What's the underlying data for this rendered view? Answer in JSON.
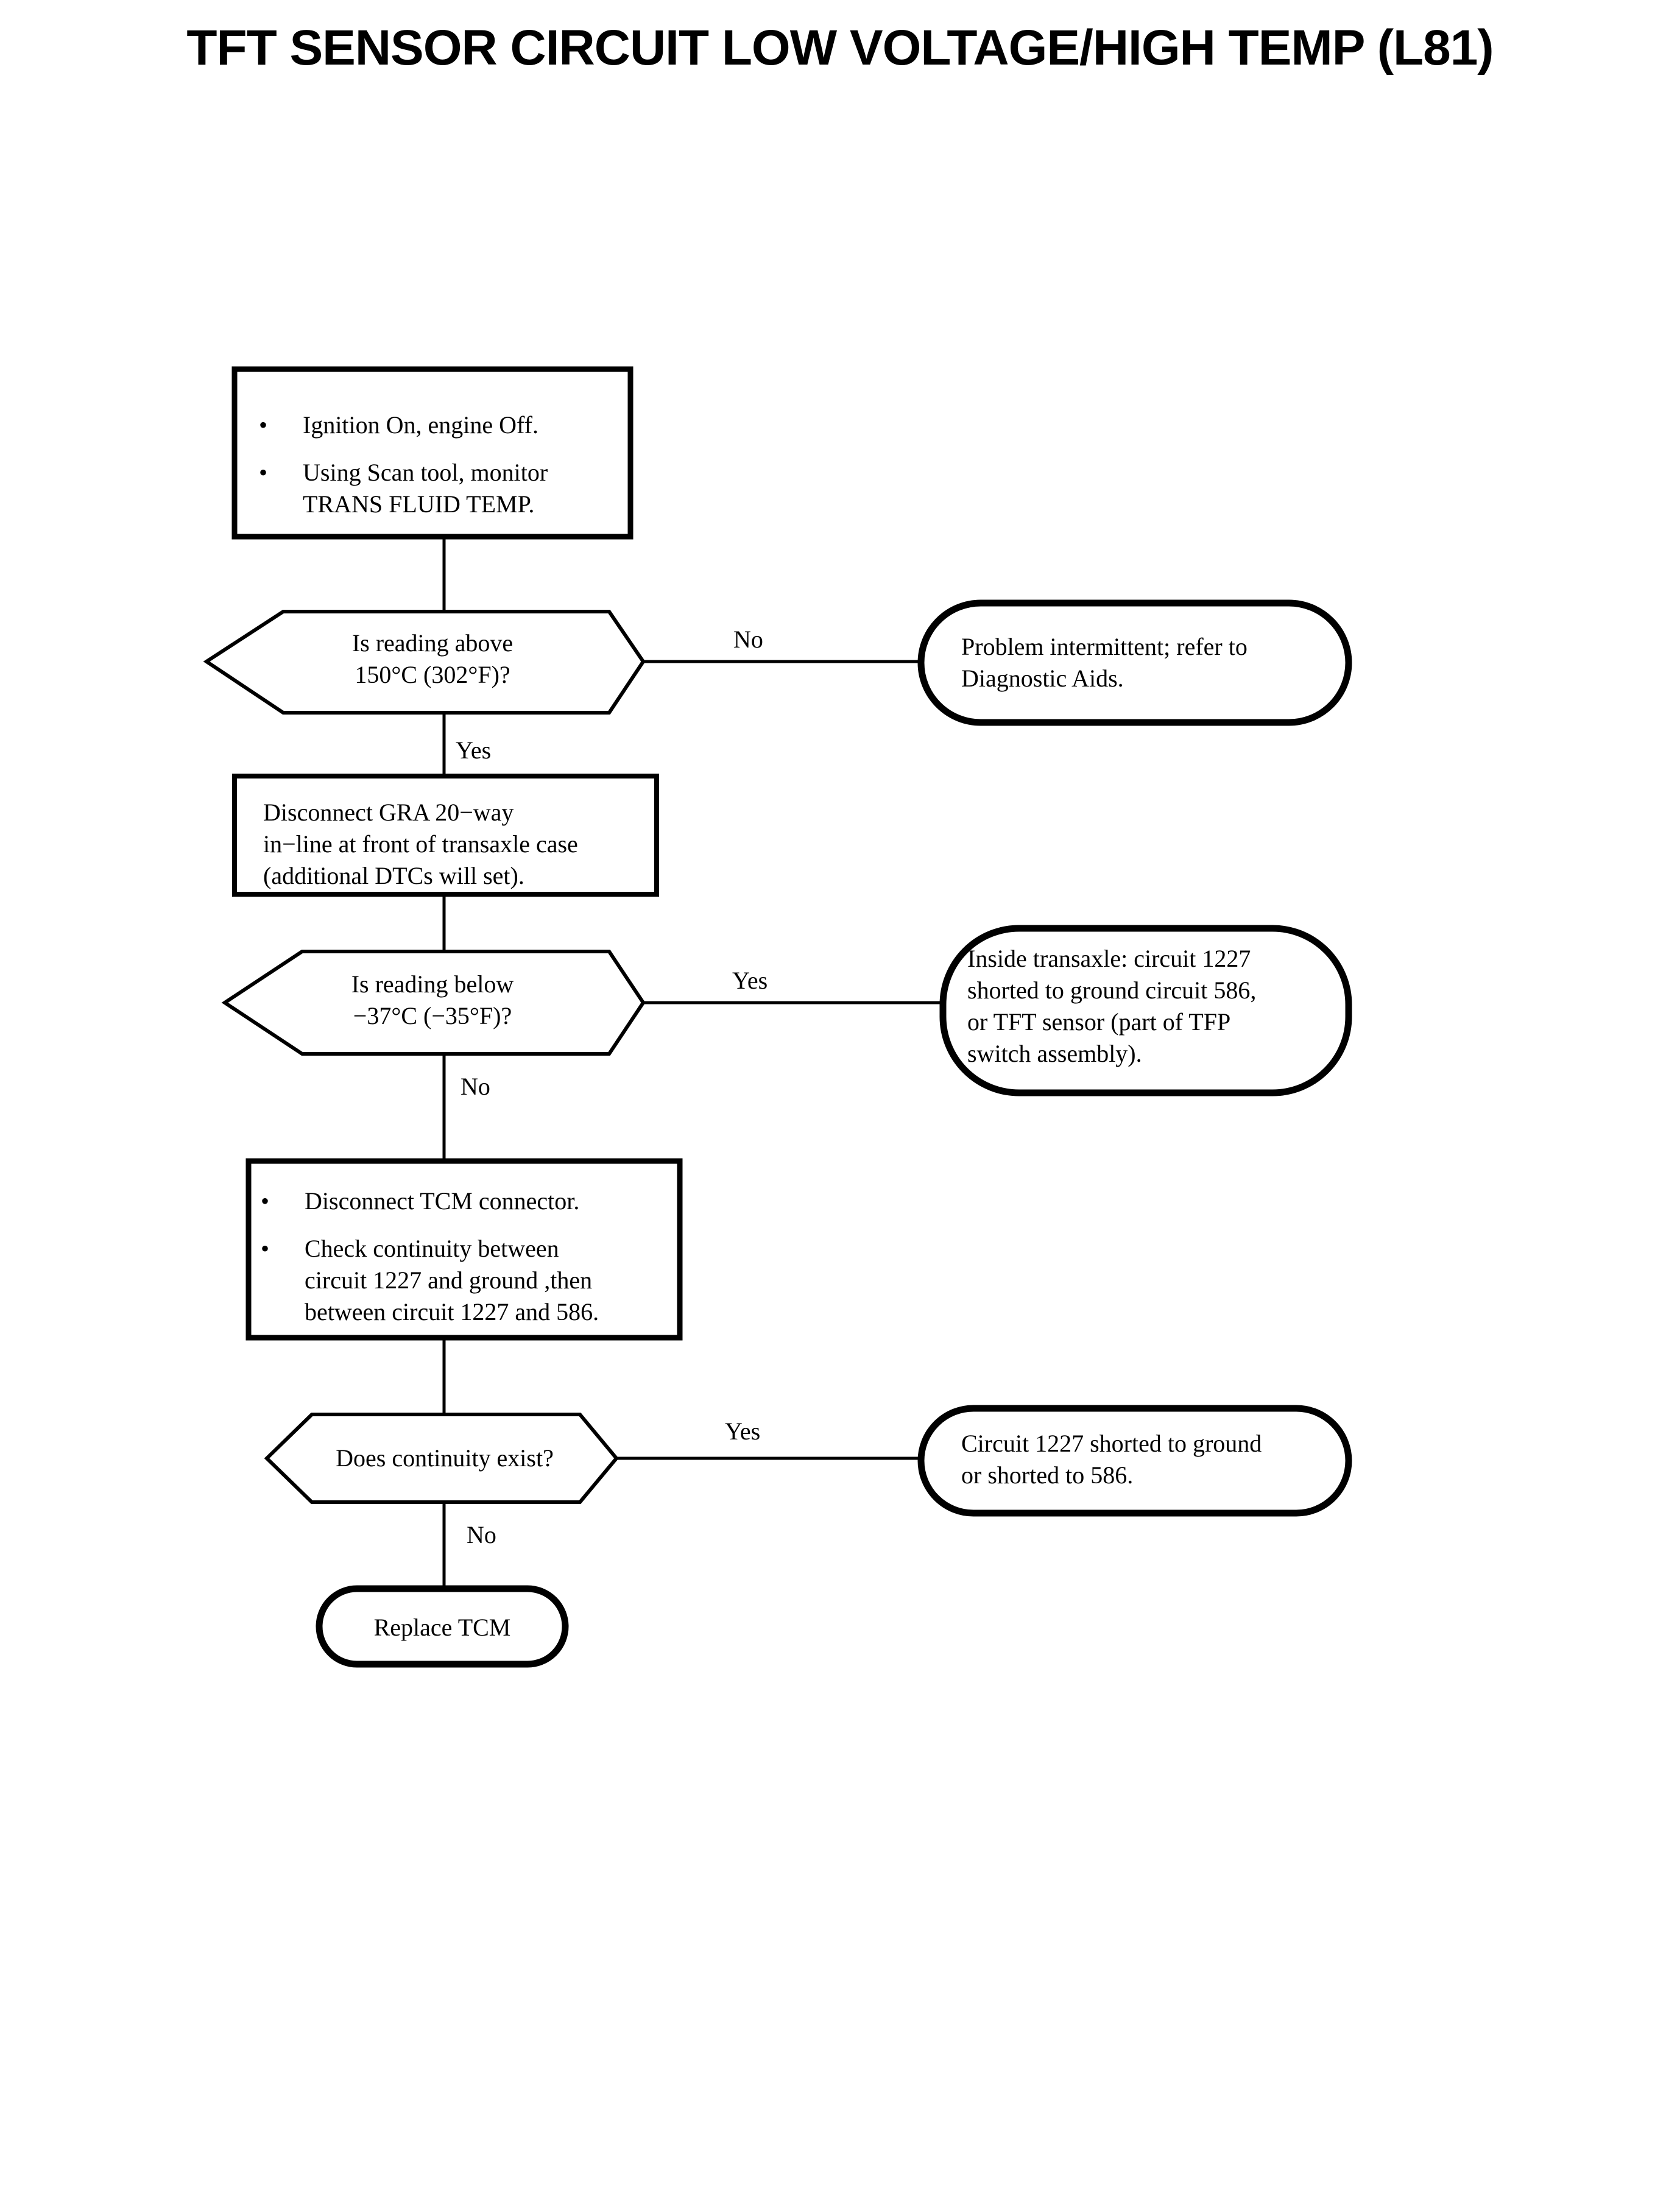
{
  "document": {
    "title": "TFT SENSOR CIRCUIT LOW VOLTAGE/HIGH TEMP (L81)"
  },
  "colors": {
    "background": "#ffffff",
    "stroke": "#000000",
    "text": "#000000"
  },
  "flowchart": {
    "type": "diagnostic-flowchart",
    "nodes": [
      {
        "id": "step1",
        "shape": "process",
        "bullets": [
          "Ignition On, engine Off.",
          "Using Scan tool, monitor\nTRANS FLUID TEMP."
        ]
      },
      {
        "id": "decision1",
        "shape": "decision",
        "text": "Is reading above\n150°C (302°F)?"
      },
      {
        "id": "result1",
        "shape": "terminator",
        "text": "Problem intermittent; refer to\nDiagnostic Aids."
      },
      {
        "id": "step2",
        "shape": "process",
        "text": "Disconnect GRA 20−way\nin−line at front of transaxle case\n(additional DTCs will set)."
      },
      {
        "id": "decision2",
        "shape": "decision",
        "text": "Is reading below\n−37°C (−35°F)?"
      },
      {
        "id": "result2",
        "shape": "terminator",
        "text": "Inside transaxle: circuit 1227\nshorted to ground circuit 586,\nor TFT sensor (part of TFP\nswitch assembly)."
      },
      {
        "id": "step3",
        "shape": "process",
        "bullets": [
          "Disconnect TCM connector.",
          "Check continuity between\ncircuit 1227 and ground ,then\nbetween circuit 1227 and 586."
        ]
      },
      {
        "id": "decision3",
        "shape": "decision",
        "text": "Does continuity exist?"
      },
      {
        "id": "result3",
        "shape": "terminator",
        "text": "Circuit 1227 shorted to ground\nor shorted to 586."
      },
      {
        "id": "result4",
        "shape": "terminator",
        "text": "Replace TCM"
      }
    ],
    "edge_labels": {
      "decision1_no": "No",
      "decision1_yes": "Yes",
      "decision2_yes": "Yes",
      "decision2_no": "No",
      "decision3_yes": "Yes",
      "decision3_no": "No"
    },
    "bullet_glyph": "•"
  }
}
